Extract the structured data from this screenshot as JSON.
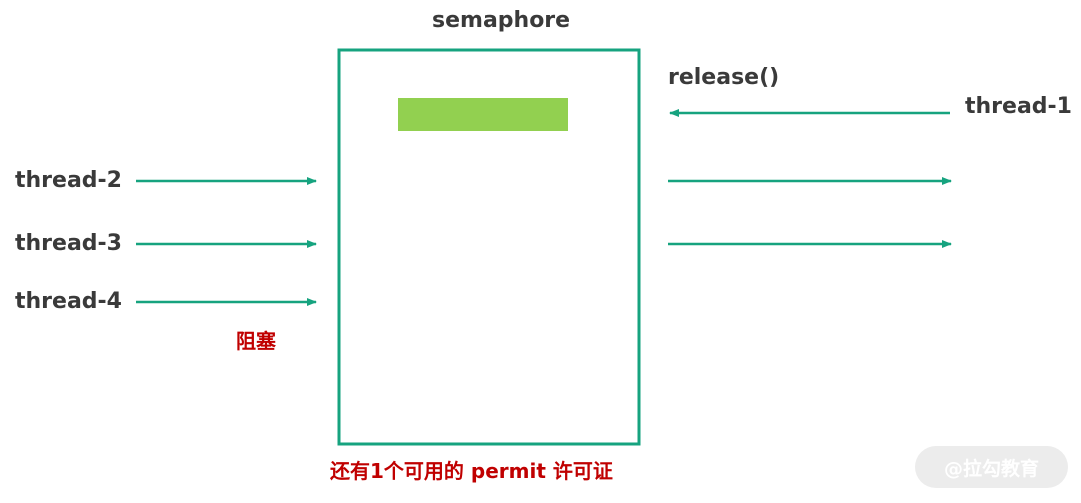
{
  "title": "semaphore",
  "release_label": "release()",
  "threads": {
    "t1": "thread-1",
    "t2": "thread-2",
    "t3": "thread-3",
    "t4": "thread-4"
  },
  "blocked_label": "阻塞",
  "caption": "还有1个可用的 permit 许可证",
  "watermark": "@拉勾教育",
  "colors": {
    "box_border": "#16a37f",
    "arrow": "#16a37f",
    "permit": "#92d050",
    "red_text": "#c00000",
    "dark_text": "#3a3a3a"
  }
}
